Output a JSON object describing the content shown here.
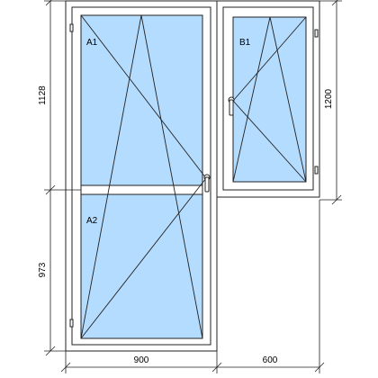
{
  "colors": {
    "glass": "#b4dcff",
    "frame": "#ffffff",
    "stroke": "#222222",
    "background": "#ffffff"
  },
  "sashes": {
    "door_top": "A1",
    "door_bottom": "A2",
    "window": "B1"
  },
  "dimensions": {
    "left_upper": "1128",
    "left_lower": "973",
    "right_height": "1200",
    "bottom_door": "900",
    "bottom_window": "600"
  },
  "icons": {
    "handle": "door-handle-icon",
    "hinge": "hinge-icon"
  }
}
